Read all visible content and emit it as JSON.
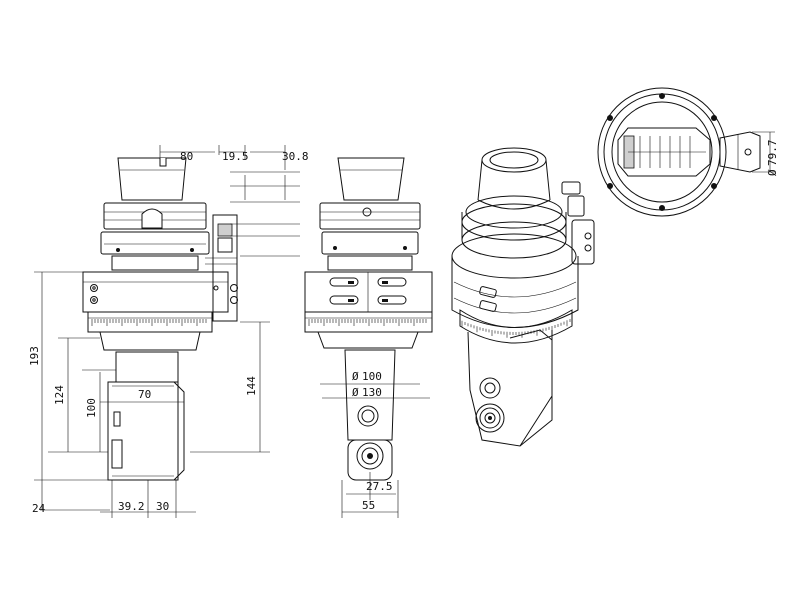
{
  "dimensions": {
    "front_view": {
      "d80": "80",
      "d19_5": "19.5",
      "d30_8": "30.8",
      "d193": "193",
      "d124": "124",
      "d100": "100",
      "d144": "144",
      "d70": "70",
      "d24": "24",
      "d39_2": "39.2",
      "d30": "30"
    },
    "side_view": {
      "dia100": "100",
      "dia130": "130",
      "d27_5": "27.5",
      "d55": "55"
    },
    "top_view": {
      "dia79_7": "79.7"
    }
  },
  "symbols": {
    "diameter": "Ø"
  }
}
